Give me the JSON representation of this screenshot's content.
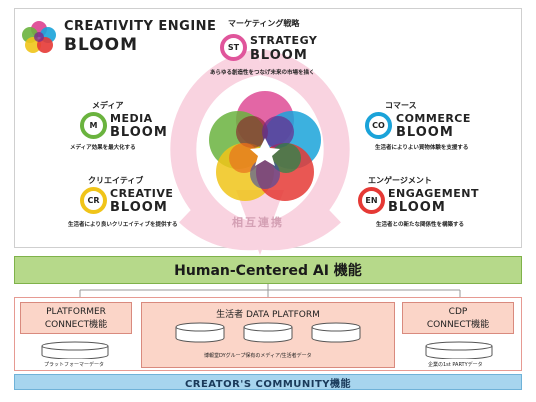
{
  "logo": {
    "line1": "CREATIVITY ENGINE",
    "line2": "BLOOM"
  },
  "modules": {
    "strategy": {
      "category": "マーケティング戦略",
      "badge": "ST",
      "name1": "STRATEGY",
      "name2": "BLOOM",
      "desc": "あらゆる創造性をつなげ未来の市場を描く",
      "color": "#e0559b"
    },
    "media": {
      "category": "メディア",
      "badge": "M",
      "name1": "MEDIA",
      "name2": "BLOOM",
      "desc": "メディア効果を最大化する",
      "color": "#6ab33e"
    },
    "creative": {
      "category": "クリエイティブ",
      "badge": "CR",
      "name1": "CREATIVE",
      "name2": "BLOOM",
      "desc": "生活者により良いクリエイティブを提供する",
      "color": "#f0c419"
    },
    "commerce": {
      "category": "コマース",
      "badge": "CO",
      "name1": "COMMERCE",
      "name2": "BLOOM",
      "desc": "生活者によりよい買物体験を支援する",
      "color": "#1aa3d9"
    },
    "engagement": {
      "category": "エンゲージメント",
      "badge": "EN",
      "name1": "ENGAGEMENT",
      "name2": "BLOOM",
      "desc": "生活者との新たな関係性を構築する",
      "color": "#e53935"
    }
  },
  "mutual_link": "相互連携",
  "hcai": "Human-Centered AI 機能",
  "platformer": {
    "line1": "PLATFORMER",
    "line2": "CONNECT機能",
    "db_label": "プラットフォーマーデータ"
  },
  "data_platform": {
    "title": "生活者 DATA PLATFORM",
    "db_label": "博報堂DYグループ保有のメディア/生活者データ"
  },
  "cdp": {
    "line1": "CDP",
    "line2": "CONNECT機能",
    "db_label": "企業の1st PARTYデータ"
  },
  "community": "CREATOR'S COMMUNITY機能",
  "colors": {
    "pink": "#e0559b",
    "purple": "#7b2a8c",
    "green": "#6ab33e",
    "blue": "#1aa3d9",
    "yellow": "#f0c419",
    "red": "#e53935",
    "hcai_green": "#b6d98a",
    "peach": "#fbd5c8",
    "light_blue": "#a7d5ee"
  }
}
